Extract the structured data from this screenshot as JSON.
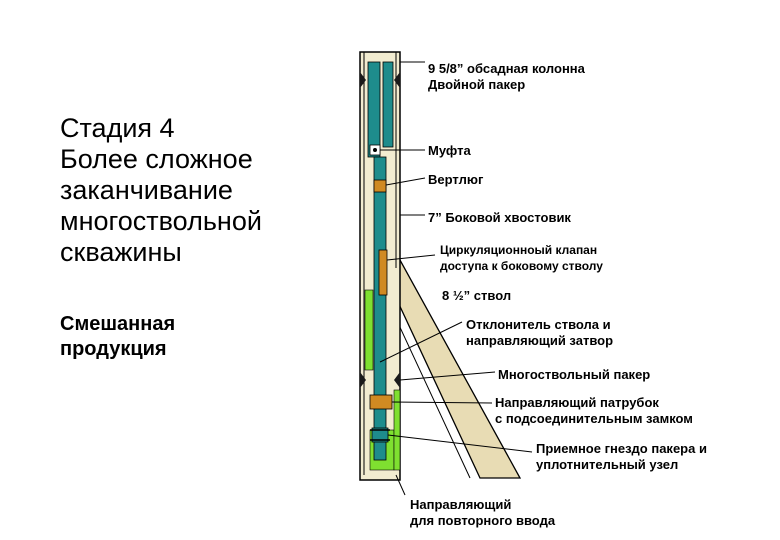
{
  "title": {
    "line1": "Стадия 4",
    "line2": "Более сложное",
    "line3": "заканчивание",
    "line4": "многоствольной",
    "line5": "скважины"
  },
  "subtitle": {
    "line1": "Смешанная",
    "line2": "продукция"
  },
  "labels": {
    "casing_line1": "9 5/8” обсадная колонна",
    "casing_line2": "Двойной пакер",
    "coupling": "Муфта",
    "swivel": "Вертлюг",
    "liner": "7” Боковой хвостовик",
    "valve_line1": "Циркуляционноый клапан",
    "valve_line2": "доступа к боковому стволу",
    "bore": "8 ½” ствол",
    "deflector_line1": "Отклонитель ствола и",
    "deflector_line2": "направляющий затвор",
    "multilateral_packer": "Многоствольный пакер",
    "guide_line1": "Направляющий патрубок",
    "guide_line2": " с подсоединительным замком",
    "receptacle_line1": "Приемное гнездо пакера и",
    "receptacle_line2": "уплотнительный узел",
    "reentry_line1": "Направляющий",
    "reentry_line2": "для повторного ввода"
  },
  "colors": {
    "casing_fill": "#f2ecd0",
    "tubing": "#1e8c8c",
    "lateral_fill": "#e8dcb4",
    "green_zone": "#7fe030",
    "orange": "#d08a22",
    "packer_dark": "#1a1a1a"
  }
}
